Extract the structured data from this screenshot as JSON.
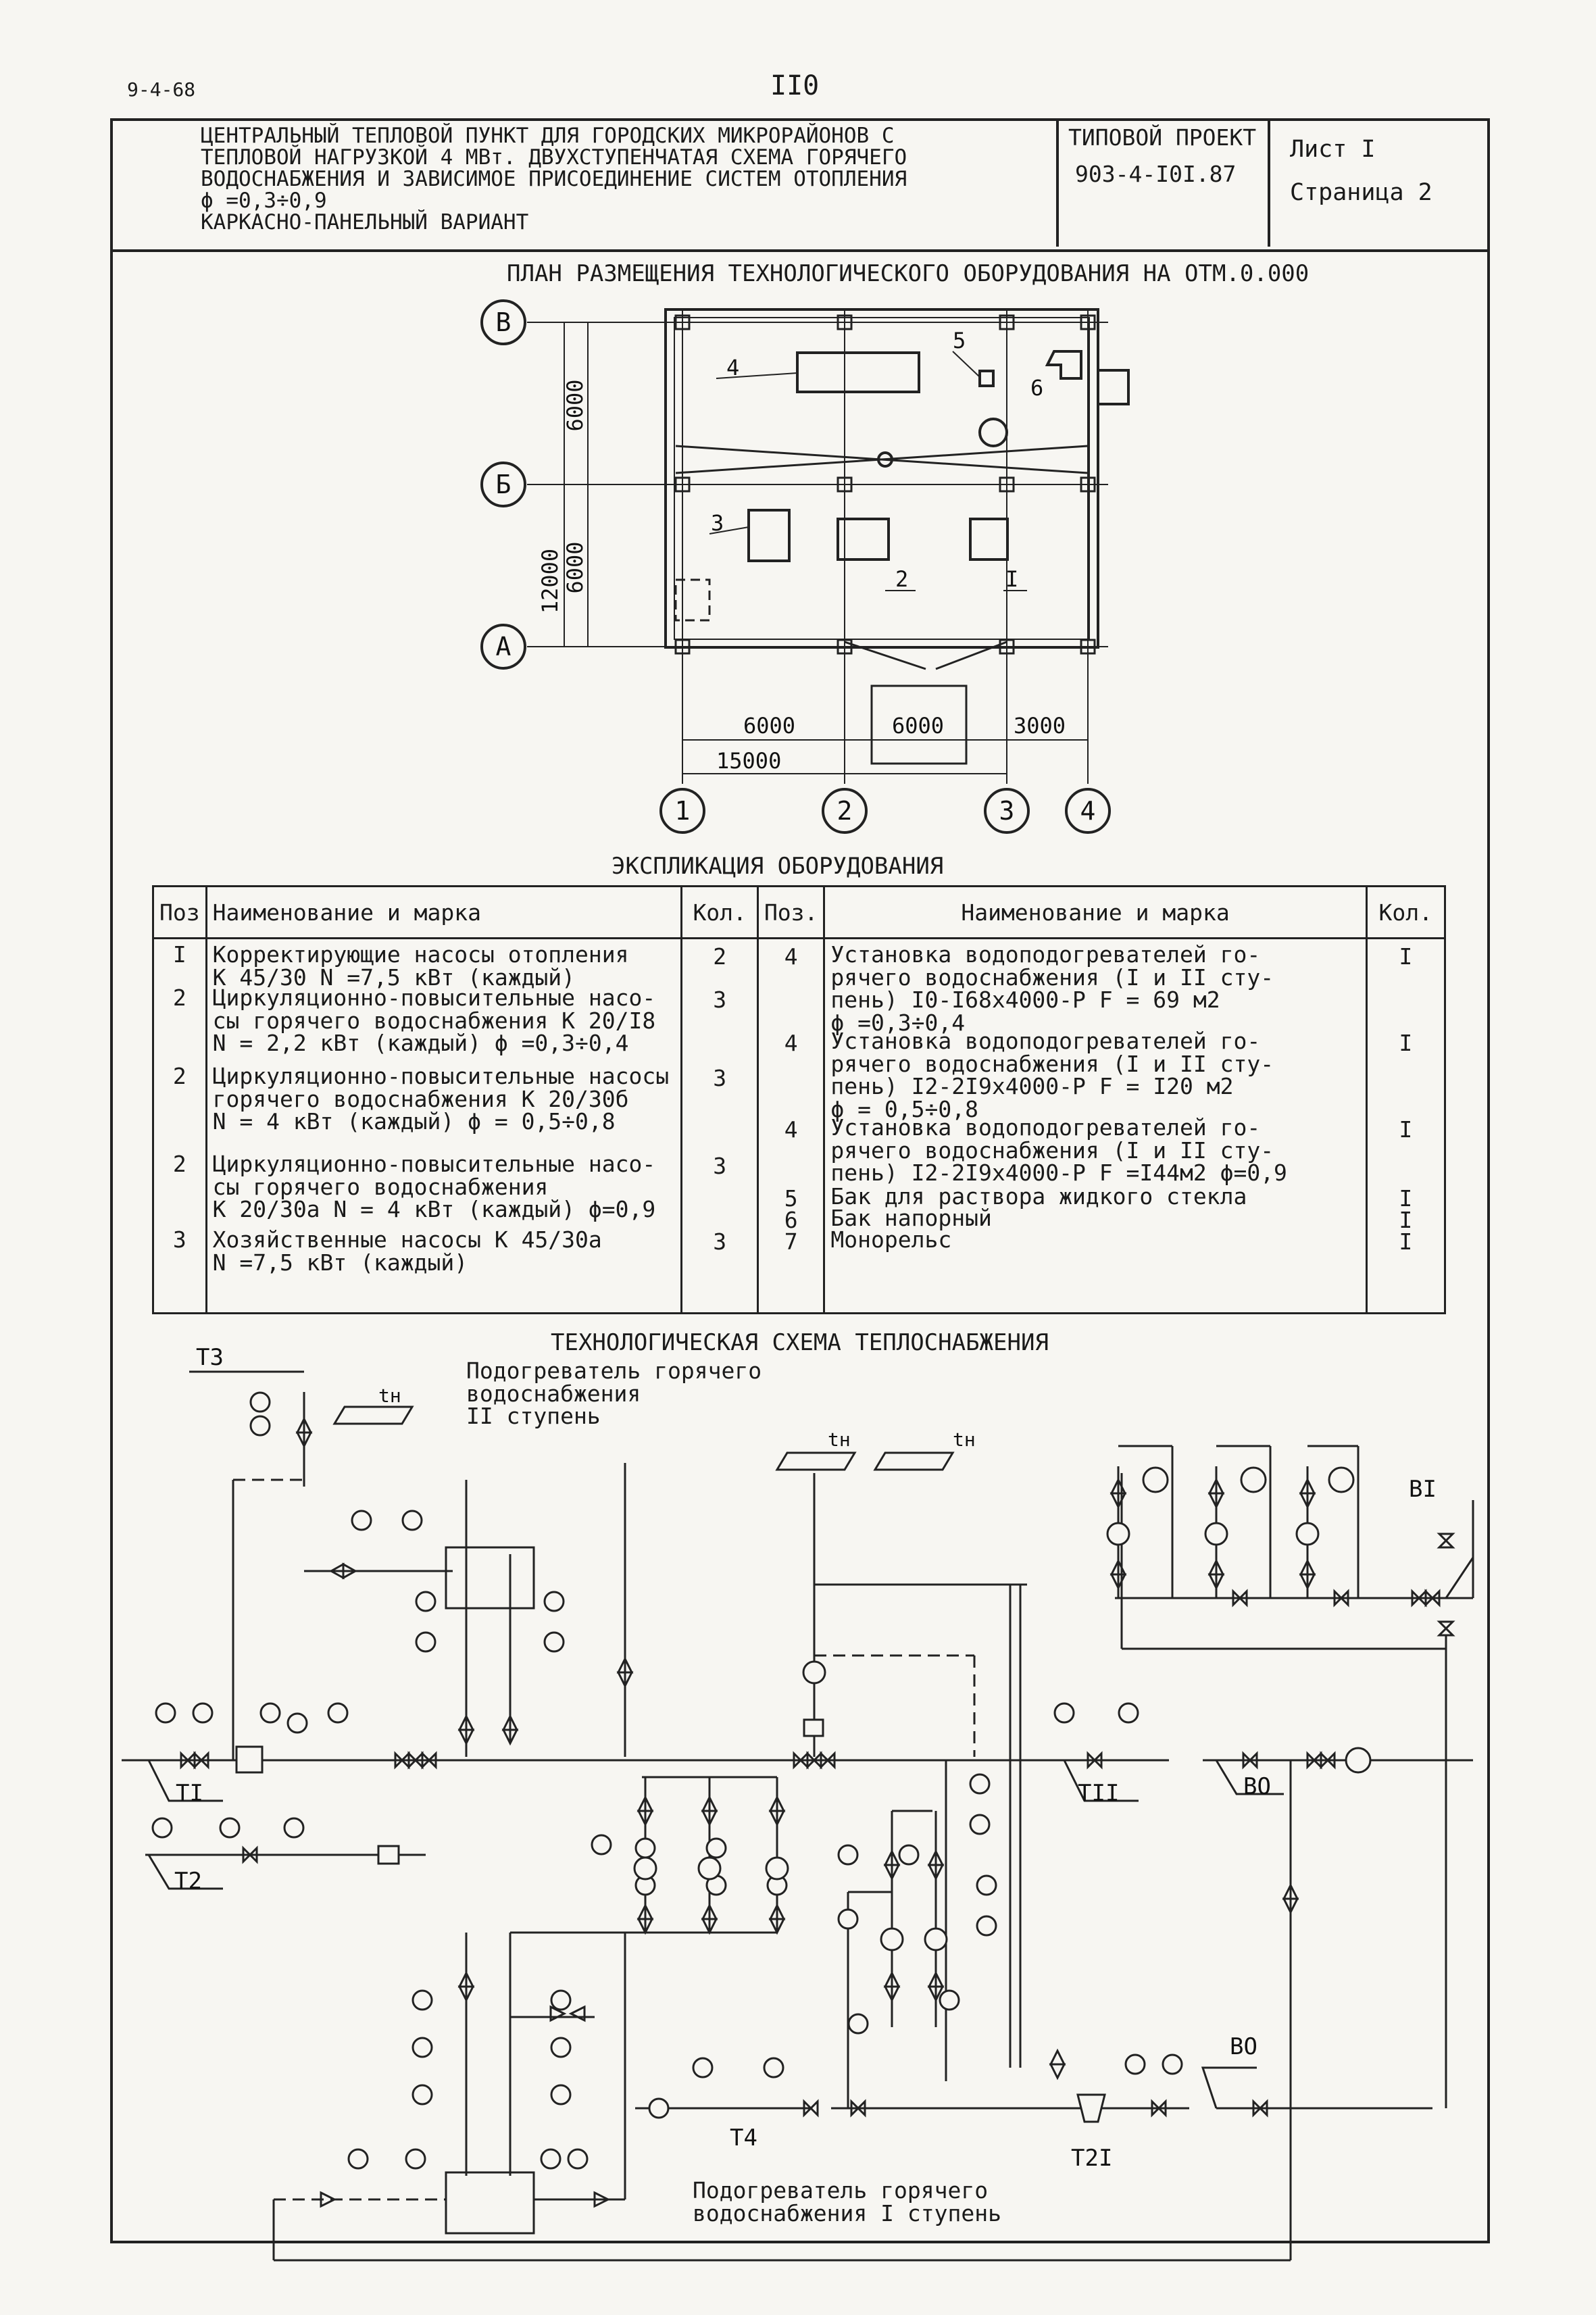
{
  "doc_code": "9-4-68",
  "page_number": "II0",
  "title_block": {
    "title_lines": [
      "ЦЕНТРАЛЬНЫЙ ТЕПЛОВОЙ ПУНКТ ДЛЯ ГОРОДСКИХ МИКРОРАЙОНОВ С",
      "ТЕПЛОВОЙ НАГРУЗКОЙ 4 МВт. ДВУХСТУПЕНЧАТАЯ СХЕМА ГОРЯЧЕГО",
      "ВОДОСНАБЖЕНИЯ И ЗАВИСИМОЕ ПРИСОЕДИНЕНИЕ СИСТЕМ ОТОПЛЕНИЯ",
      "ϕ =0,3÷0,9",
      "КАРКАСНО-ПАНЕЛЬНЫЙ ВАРИАНТ"
    ],
    "project_label": "ТИПОВОЙ ПРОЕКТ",
    "project_number": "903-4-I0I.87",
    "sheet": "Лист I",
    "page": "Страница 2"
  },
  "plan": {
    "title": "ПЛАН РАЗМЕЩЕНИЯ ТЕХНОЛОГИЧЕСКОГО ОБОРУДОВАНИЯ НА ОТМ.0.000",
    "row_axes": [
      "В",
      "Б",
      "А"
    ],
    "col_axes": [
      "1",
      "2",
      "3",
      "4"
    ],
    "dims_vertical": [
      "6000",
      "6000",
      "12000"
    ],
    "dims_horizontal": [
      "6000",
      "6000",
      "3000",
      "15000"
    ],
    "equipment_marks": [
      "4",
      "5",
      "6",
      "3",
      "2",
      "I"
    ]
  },
  "explication": {
    "title": "ЭКСПЛИКАЦИЯ ОБОРУДОВАНИЯ",
    "headers": [
      "Поз",
      "Наименование и марка",
      "Кол.",
      "Поз.",
      "Наименование и марка",
      "Кол."
    ],
    "left_rows": [
      {
        "pos": "I",
        "name": "Корректирующие насосы отопления\nК 45/30 N =7,5 кВт (каждый)",
        "qty": "2"
      },
      {
        "pos": "2",
        "name": "Циркуляционно-повысительные насо-\nсы горячего водоснабжения К 20/I8\nN = 2,2 кВт (каждый) ϕ =0,3÷0,4",
        "qty": "3"
      },
      {
        "pos": "2",
        "name": "Циркуляционно-повысительные насосы\nгорячего водоснабжения К 20/30б\nN = 4 кВт (каждый) ϕ = 0,5÷0,8",
        "qty": "3"
      },
      {
        "pos": "2",
        "name": "Циркуляционно-повысительные насо-\nсы горячего водоснабжения\nК 20/30а N =   4 кВт (каждый) ϕ=0,9",
        "qty": "3"
      },
      {
        "pos": "3",
        "name": "Хозяйственные насосы К 45/30а\nN =7,5 кВт (каждый)",
        "qty": "3"
      }
    ],
    "right_rows": [
      {
        "pos": "4",
        "name": "Установка водоподогревателей го-\nрячего водоснабжения (I и II сту-\nпень) I0-I68x4000-Р F = 69 м2\nϕ =0,3÷0,4",
        "qty": "I"
      },
      {
        "pos": "4",
        "name": "Установка водоподогревателей го-\nрячего водоснабжения (I и II сту-\nпень) I2-2I9x4000-Р F = I20 м2\nϕ = 0,5÷0,8",
        "qty": "I"
      },
      {
        "pos": "4",
        "name": "Установка водоподогревателей го-\nрячего водоснабжения (I и II сту-\nпень) I2-2I9x4000-Р F =I44м2 ϕ=0,9",
        "qty": "I"
      },
      {
        "pos": "5",
        "name": "Бак для раствора жидкого стекла",
        "qty": "I"
      },
      {
        "pos": "6",
        "name": "Бак напорный",
        "qty": "I"
      },
      {
        "pos": "7",
        "name": "Монорельс",
        "qty": "I"
      }
    ]
  },
  "scheme": {
    "title": "ТЕХНОЛОГИЧЕСКАЯ СХЕМА ТЕПЛОСНАБЖЕНИЯ",
    "heater2_label": "Подогреватель горячего\nводоснабжения\nII ступень",
    "heater1_label": "Подогреватель горячего\nводоснабжения I ступень",
    "pipes": [
      "ТЗ",
      "TI",
      "T2",
      "T4",
      "TII",
      "T2I",
      "BI",
      "BO",
      "BO"
    ],
    "temp_label": "tн"
  }
}
